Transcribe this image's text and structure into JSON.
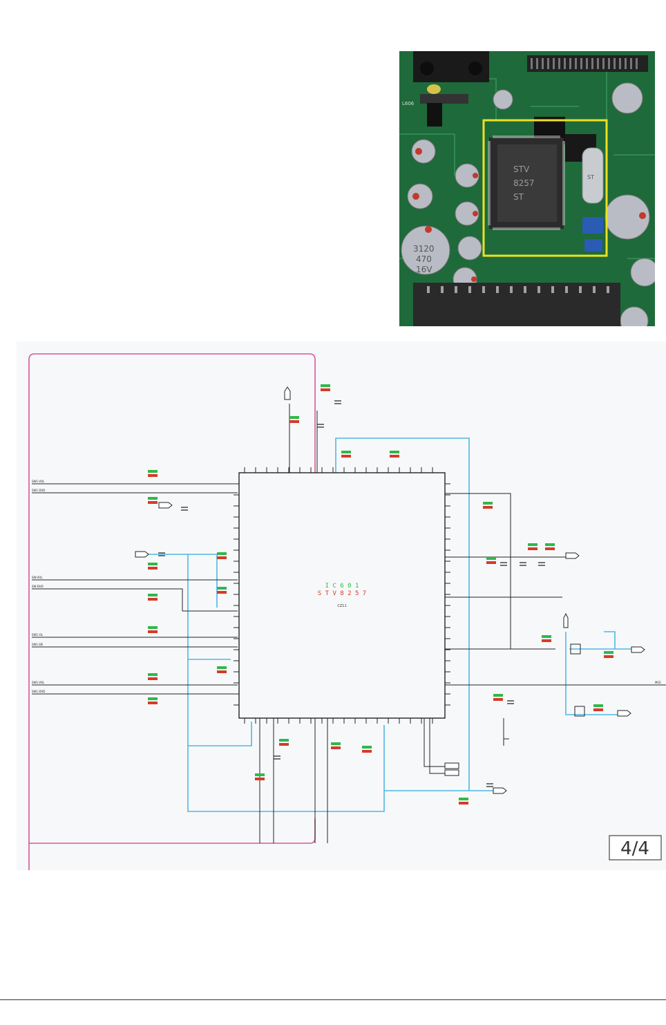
{
  "photo": {
    "board_marking_top": "L606",
    "chip_text": [
      "STV",
      "8257",
      "ST"
    ],
    "cap_labels": [
      "3120",
      "470",
      "16V"
    ],
    "crystal_label": "ST"
  },
  "schematic": {
    "ic_ref_line1": "I C 6 0 1",
    "ic_ref_line2": "S T V 8 2 5 7",
    "ic_subtitle": "CZ11",
    "left_net_labels": [
      "SW1-VOL",
      "SW1-DVD",
      "SW-VOL",
      "SW-DVD",
      "SW1-OL",
      "SW1-DE",
      "SW1-VOL",
      "SW1-DVD"
    ],
    "right_net_label": "MCE",
    "page_label": "4/4"
  },
  "colors": {
    "magenta_wire": "#d8559e",
    "cyan_wire": "#4fb7e3",
    "black_wire": "#222222",
    "green_tag": "#2fb84a",
    "red_tag": "#d63a2a",
    "photo_highlight": "#f0e020"
  }
}
